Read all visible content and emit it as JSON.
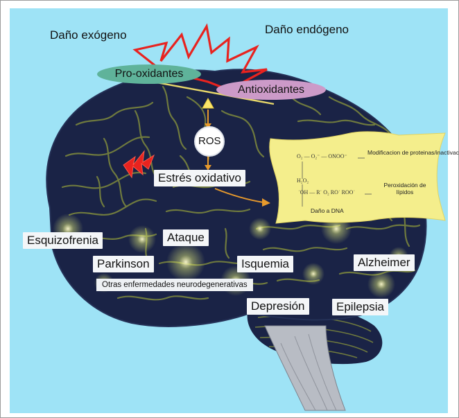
{
  "header": {
    "exogenous_label": "Daño exógeno",
    "endogenous_label": "Daño endógeno"
  },
  "balance": {
    "pro_oxidants": "Pro-oxidantes",
    "antioxidants": "Antioxidantes"
  },
  "center": {
    "ros": "ROS",
    "oxidative_stress": "Estrés oxidativo"
  },
  "chemistry_panel": {
    "line1": "O₂ — O₂⁻ — ONOO⁻",
    "line1_note": "Modificacion de proteinas/inactivación",
    "line2": "H₂O₂",
    "line3": "˙OH — R˙ O₂ RO˙ ROO˙",
    "line3_note": "Peroxidación de lípidos",
    "line4": "Daño a DNA"
  },
  "diseases": {
    "schizophrenia": "Esquizofrenia",
    "stroke": "Ataque",
    "parkinson": "Parkinson",
    "ischemia": "Isquemia",
    "alzheimer": "Alzheimer",
    "other_neuro": "Otras enfermedades neurodegenerativas",
    "depression": "Depresión",
    "epilepsy": "Epilepsia"
  },
  "colors": {
    "background": "#9ee3f6",
    "brain": "#1a2346",
    "sulci": "#6f7a3e",
    "pro_oxidant_pill": "#5fb39a",
    "antioxidant_pill": "#cc9ac8",
    "chem_panel": "#f4ee8c",
    "burst": "#e8231f",
    "arrow": "#e89a2c"
  }
}
